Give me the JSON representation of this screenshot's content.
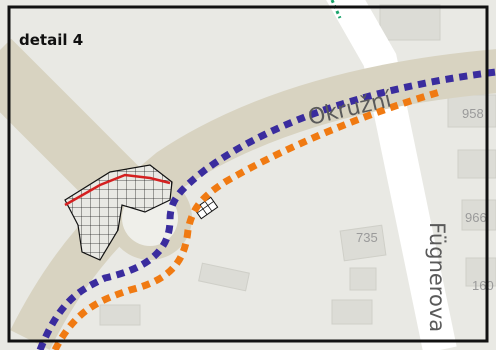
{
  "detail_label": "detail 4",
  "streets": {
    "okruzni": "Okružní",
    "fugnerova": "Fügnerova"
  },
  "house_numbers": {
    "n735": "735",
    "n958": "958",
    "n966": "966",
    "n160": "160"
  },
  "colors": {
    "route_purple": "#3a2c9e",
    "route_orange": "#f07a12",
    "route_green": "#1aa36b",
    "route_red": "#d42020",
    "frame": "#111111"
  }
}
